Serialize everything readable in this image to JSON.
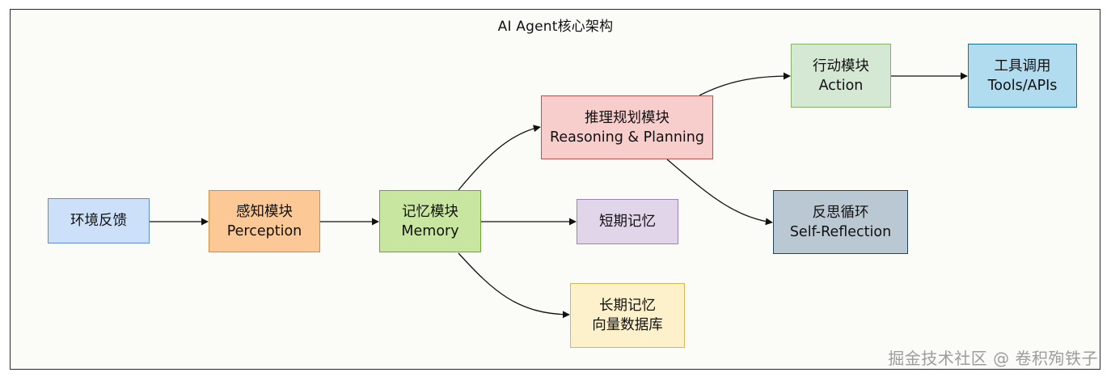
{
  "title": "AI Agent核心架构",
  "nodes": {
    "env": {
      "line1": "环境反馈",
      "fill": "#cce0fa",
      "stroke": "#5f8fc9"
    },
    "perception": {
      "line1": "感知模块",
      "line2": "Perception",
      "fill": "#fcc895",
      "stroke": "#d98b3a"
    },
    "memory": {
      "line1": "记忆模块",
      "line2": "Memory",
      "fill": "#c8e6a0",
      "stroke": "#6ea33b"
    },
    "short_memory": {
      "line1": "短期记忆",
      "fill": "#e1d5ea",
      "stroke": "#9b83b8"
    },
    "long_memory": {
      "line1": "长期记忆",
      "line2": "向量数据库",
      "fill": "#fdf1cb",
      "stroke": "#d6b656"
    },
    "reasoning": {
      "line1": "推理规划模块",
      "line2": "Reasoning & Planning",
      "fill": "#f8cecc",
      "stroke": "#b85450"
    },
    "action": {
      "line1": "行动模块",
      "line2": "Action",
      "fill": "#d5e8d4",
      "stroke": "#82b366"
    },
    "tools": {
      "line1": "工具调用",
      "line2": "Tools/APIs",
      "fill": "#b1dcef",
      "stroke": "#10739e"
    },
    "reflection": {
      "line1": "反思循环",
      "line2": "Self-Reflection",
      "fill": "#bac8d3",
      "stroke": "#23445d"
    }
  },
  "edges": [
    {
      "from": "环境反馈",
      "to": "感知模块"
    },
    {
      "from": "感知模块",
      "to": "记忆模块"
    },
    {
      "from": "记忆模块",
      "to": "短期记忆"
    },
    {
      "from": "记忆模块",
      "to": "长期记忆"
    },
    {
      "from": "记忆模块",
      "to": "推理规划模块"
    },
    {
      "from": "推理规划模块",
      "to": "行动模块"
    },
    {
      "from": "推理规划模块",
      "to": "反思循环"
    },
    {
      "from": "行动模块",
      "to": "工具调用"
    }
  ],
  "watermark": "掘金技术社区 @ 卷积殉铁子"
}
